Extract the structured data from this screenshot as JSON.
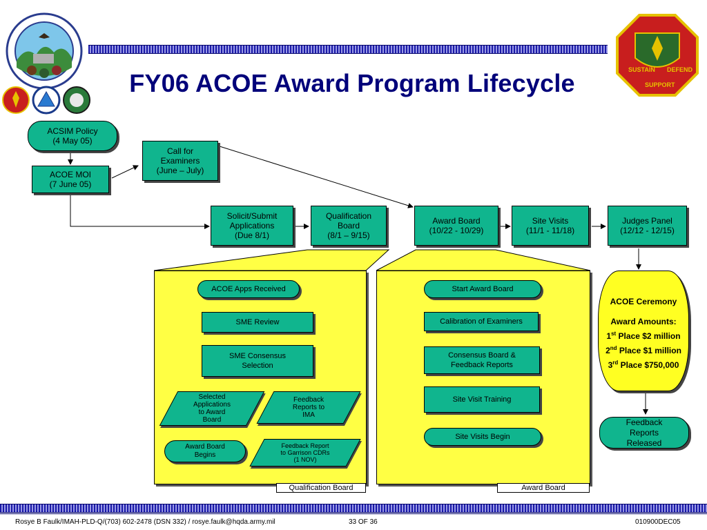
{
  "title": "FY06 ACOE Award Program Lifecycle",
  "logos": {
    "left_main": "logo-seal",
    "right_main": "logo-shield",
    "right_motto": [
      "SUSTAIN",
      "SUPPORT",
      "DEFEND"
    ]
  },
  "flow": {
    "acsim_policy": "ACSIM Policy\n(4 May 05)",
    "acoe_moi": "ACOE MOI\n(7 June 05)",
    "call_examiners": "Call for\nExaminers\n(June – July)",
    "solicit": "Solicit/Submit\nApplications\n(Due 8/1)",
    "qual_board": "Qualification\nBoard\n(8/1 – 9/15)",
    "award_board": "Award Board\n(10/22 - 10/29)",
    "site_visits": "Site Visits\n(11/1 - 11/18)",
    "judges_panel": "Judges Panel\n(12/12 - 12/15)"
  },
  "qual_panel": {
    "caption": "Qualification Board",
    "apps_received": "ACOE Apps Received",
    "sme_review": "SME Review",
    "sme_consensus": "SME Consensus\nSelection",
    "selected_apps": "Selected\nApplications\nto Award\nBoard",
    "feedback_ima": "Feedback\nReports to\nIMA",
    "award_begins": "Award Board\nBegins",
    "feedback_garrison": "Feedback Report\nto Garrison CDRs\n(1 NOV)"
  },
  "award_panel": {
    "caption": "Award Board",
    "start": "Start Award Board",
    "calibration": "Calibration of Examiners",
    "consensus": "Consensus Board &\nFeedback Reports",
    "training": "Site Visit Training",
    "visits_begin": "Site Visits Begin"
  },
  "ceremony": {
    "title": "ACOE Ceremony",
    "amounts_label": "Award Amounts:",
    "first_num": "1",
    "first_sup": "st",
    "first_text": " Place $2 million",
    "second_num": "2",
    "second_sup": "nd",
    "second_text": " Place $1 million",
    "third_num": "3",
    "third_sup": "rd",
    "third_text": " Place $750,000"
  },
  "feedback_released": "Feedback\nReports\nReleased",
  "footer": {
    "author": "Rosye B Faulk/IMAH-PLD-Q/(703) 602-2478 (DSN 332) / rosye.faulk@hqda.army.mil",
    "page": "33  OF 36",
    "code": "010900DEC05"
  }
}
